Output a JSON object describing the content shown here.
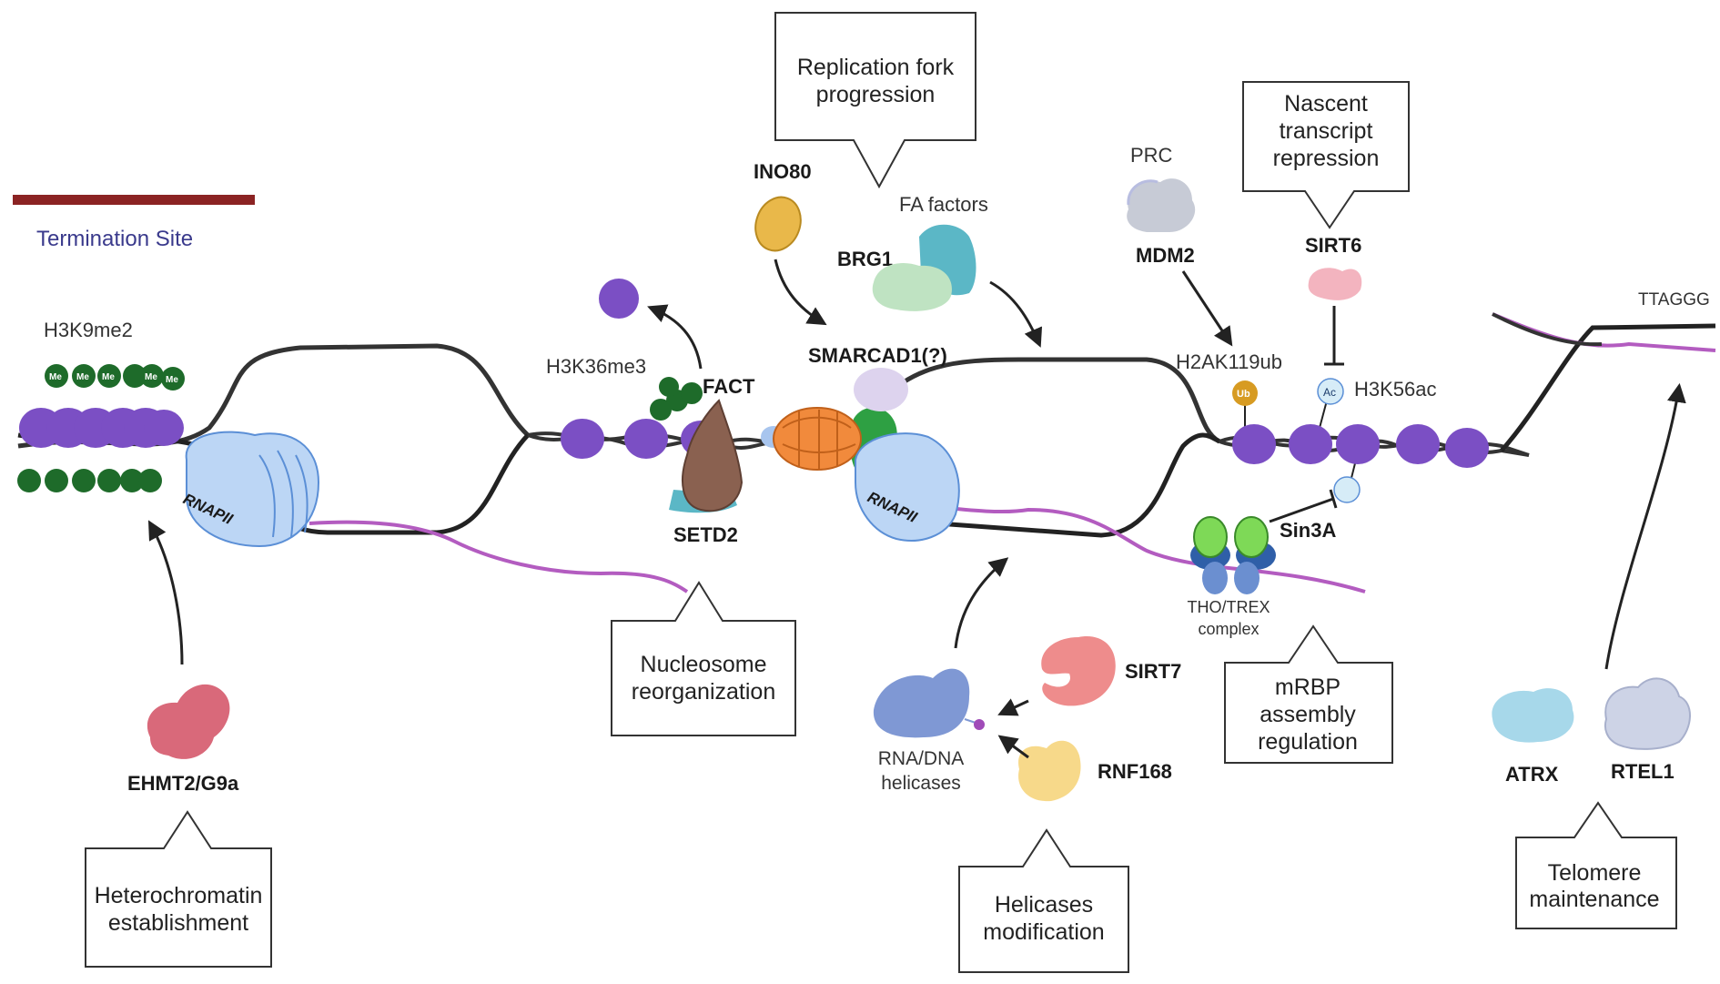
{
  "legend": {
    "termination_site": "Termination Site",
    "bar_color": "#8b2323",
    "text_color": "#3a3a8c"
  },
  "marks": {
    "h3k9me2": "H3K9me2",
    "h3k36me3": "H3K36me3",
    "h2ak119ub": "H2AK119ub",
    "h3k56ac": "H3K56ac",
    "telomere_repeat": "TTAGGG",
    "me": "Me",
    "ub": "Ub",
    "ac": "Ac"
  },
  "proteins": {
    "rnapii": "RNAPII",
    "fact": "FACT",
    "setd2": "SETD2",
    "ino80": "INO80",
    "smarcad1": "SMARCAD1(?)",
    "fa_factors": "FA factors",
    "brg1": "BRG1",
    "prc": "PRC",
    "mdm2": "MDM2",
    "sirt6": "SIRT6",
    "sin3a": "Sin3A",
    "tho_trex_line1": "THO/TREX",
    "tho_trex_line2": "complex",
    "sirt7": "SIRT7",
    "rnf168": "RNF168",
    "helicases_line1": "RNA/DNA",
    "helicases_line2": "helicases",
    "ehmt2": "EHMT2/G9a",
    "atrx": "ATRX",
    "rtel1": "RTEL1"
  },
  "callouts": {
    "replication": [
      "Replication fork",
      "progression"
    ],
    "nascent": [
      "Nascent",
      "transcript",
      "repression"
    ],
    "nucleosome": [
      "Nucleosome",
      "reorganization"
    ],
    "mrbp": [
      "mRBP",
      "assembly",
      "regulation"
    ],
    "heterochromatin": [
      "Heterochromatin",
      "establishment"
    ],
    "helicases_mod": [
      "Helicases",
      "modification"
    ],
    "telomere": [
      "Telomere",
      "maintenance"
    ]
  },
  "colors": {
    "nucleosome": "#7b4fc4",
    "methyl": "#1e6b2a",
    "rna": "#b35cc0",
    "rnapii": "#bcd6f5",
    "ehmt2": "#d9697a",
    "ino80": "#e9b84a",
    "brg1": "#5bb7c6",
    "sirt7": "#ee8c8c",
    "rnf168": "#f7d98a",
    "helicase": "#7f98d4",
    "atrx": "#a7d8ea",
    "rtel1": "#cdd3e6"
  }
}
